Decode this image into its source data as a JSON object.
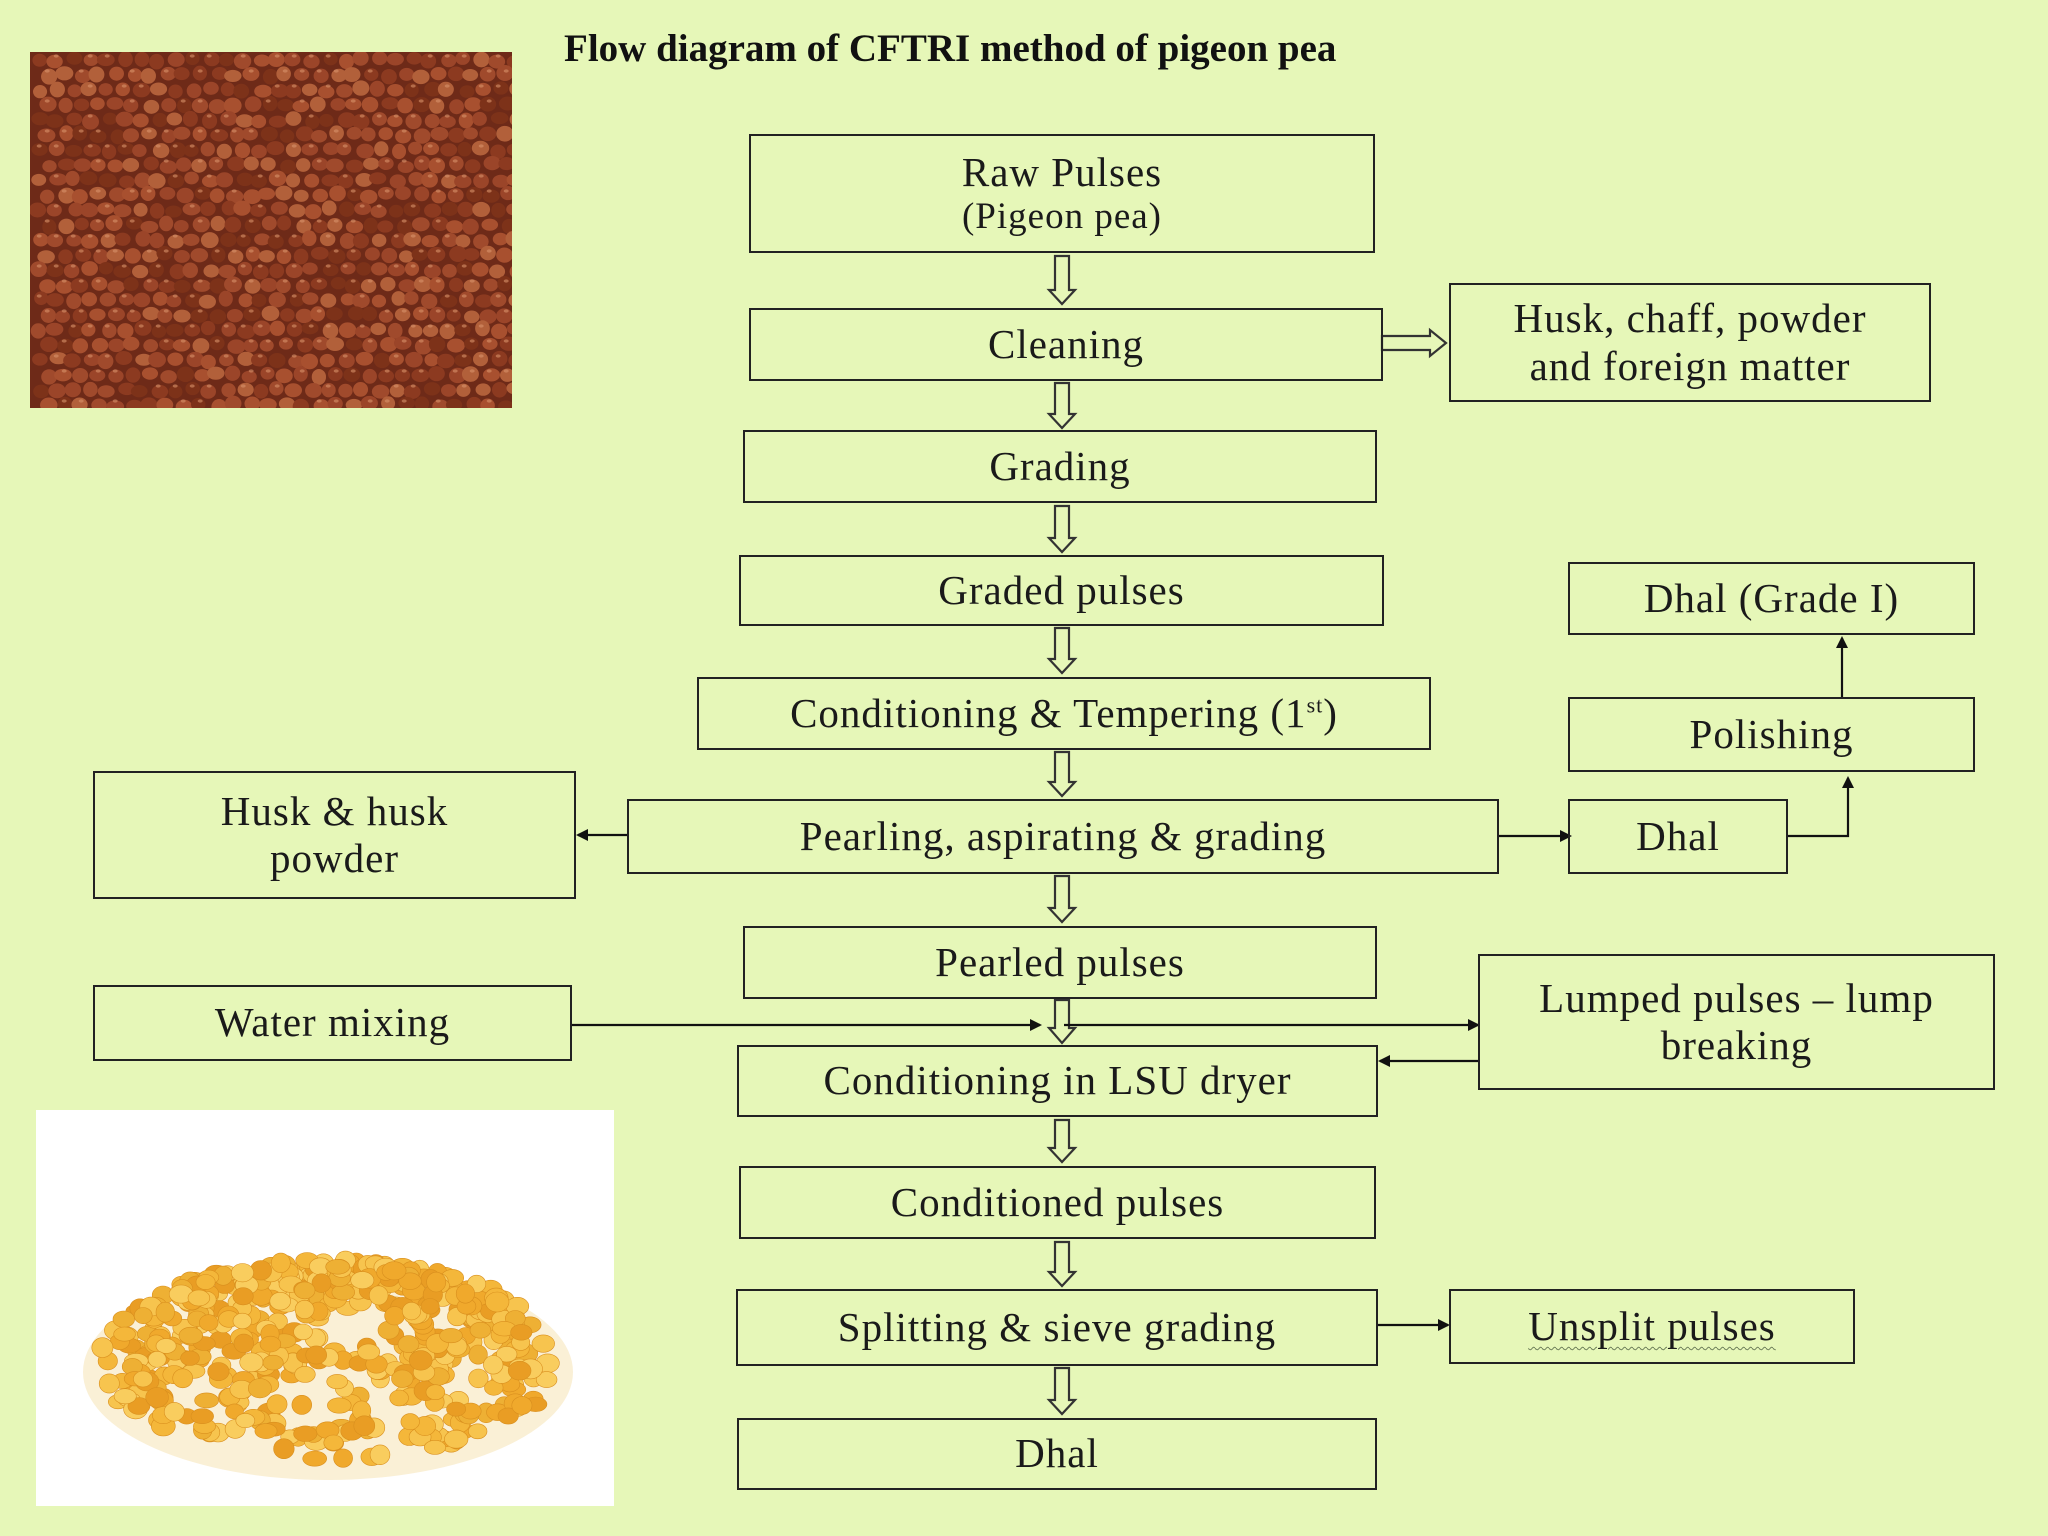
{
  "title": "Flow diagram of CFTRI method of pigeon pea",
  "steps": {
    "raw_pulses": {
      "line1": "Raw Pulses",
      "line2": "(Pigeon pea)"
    },
    "cleaning": "Cleaning",
    "cleaning_byproduct": {
      "line1": "Husk, chaff, powder",
      "line2": "and foreign matter"
    },
    "grading": "Grading",
    "graded_pulses": "Graded pulses",
    "conditioning_tempering": {
      "text": "Conditioning & Tempering (1",
      "superscript": "st",
      "close": ")"
    },
    "pearling": "Pearling, aspirating & grading",
    "husk_powder": {
      "line1": "Husk & husk",
      "line2": "powder"
    },
    "dhal_side": "Dhal",
    "polishing": "Polishing",
    "dhal_grade1": "Dhal (Grade I)",
    "pearled_pulses": "Pearled pulses",
    "water_mixing": "Water mixing",
    "lumped": {
      "line1": "Lumped pulses – lump",
      "line2": "breaking"
    },
    "conditioning_lsu": "Conditioning in LSU dryer",
    "conditioned_pulses": "Conditioned pulses",
    "splitting": "Splitting & sieve grading",
    "unsplit": "Unsplit pulses",
    "dhal_final": "Dhal"
  },
  "images": {
    "top_left": "pigeon-pea-seeds-photo",
    "bottom_left": "split-dhal-pile-photo"
  },
  "colors": {
    "background": "#e6f7b8",
    "border": "#222222",
    "seed_red": "#8a3a22",
    "dhal_yellow": "#f2b53a"
  }
}
